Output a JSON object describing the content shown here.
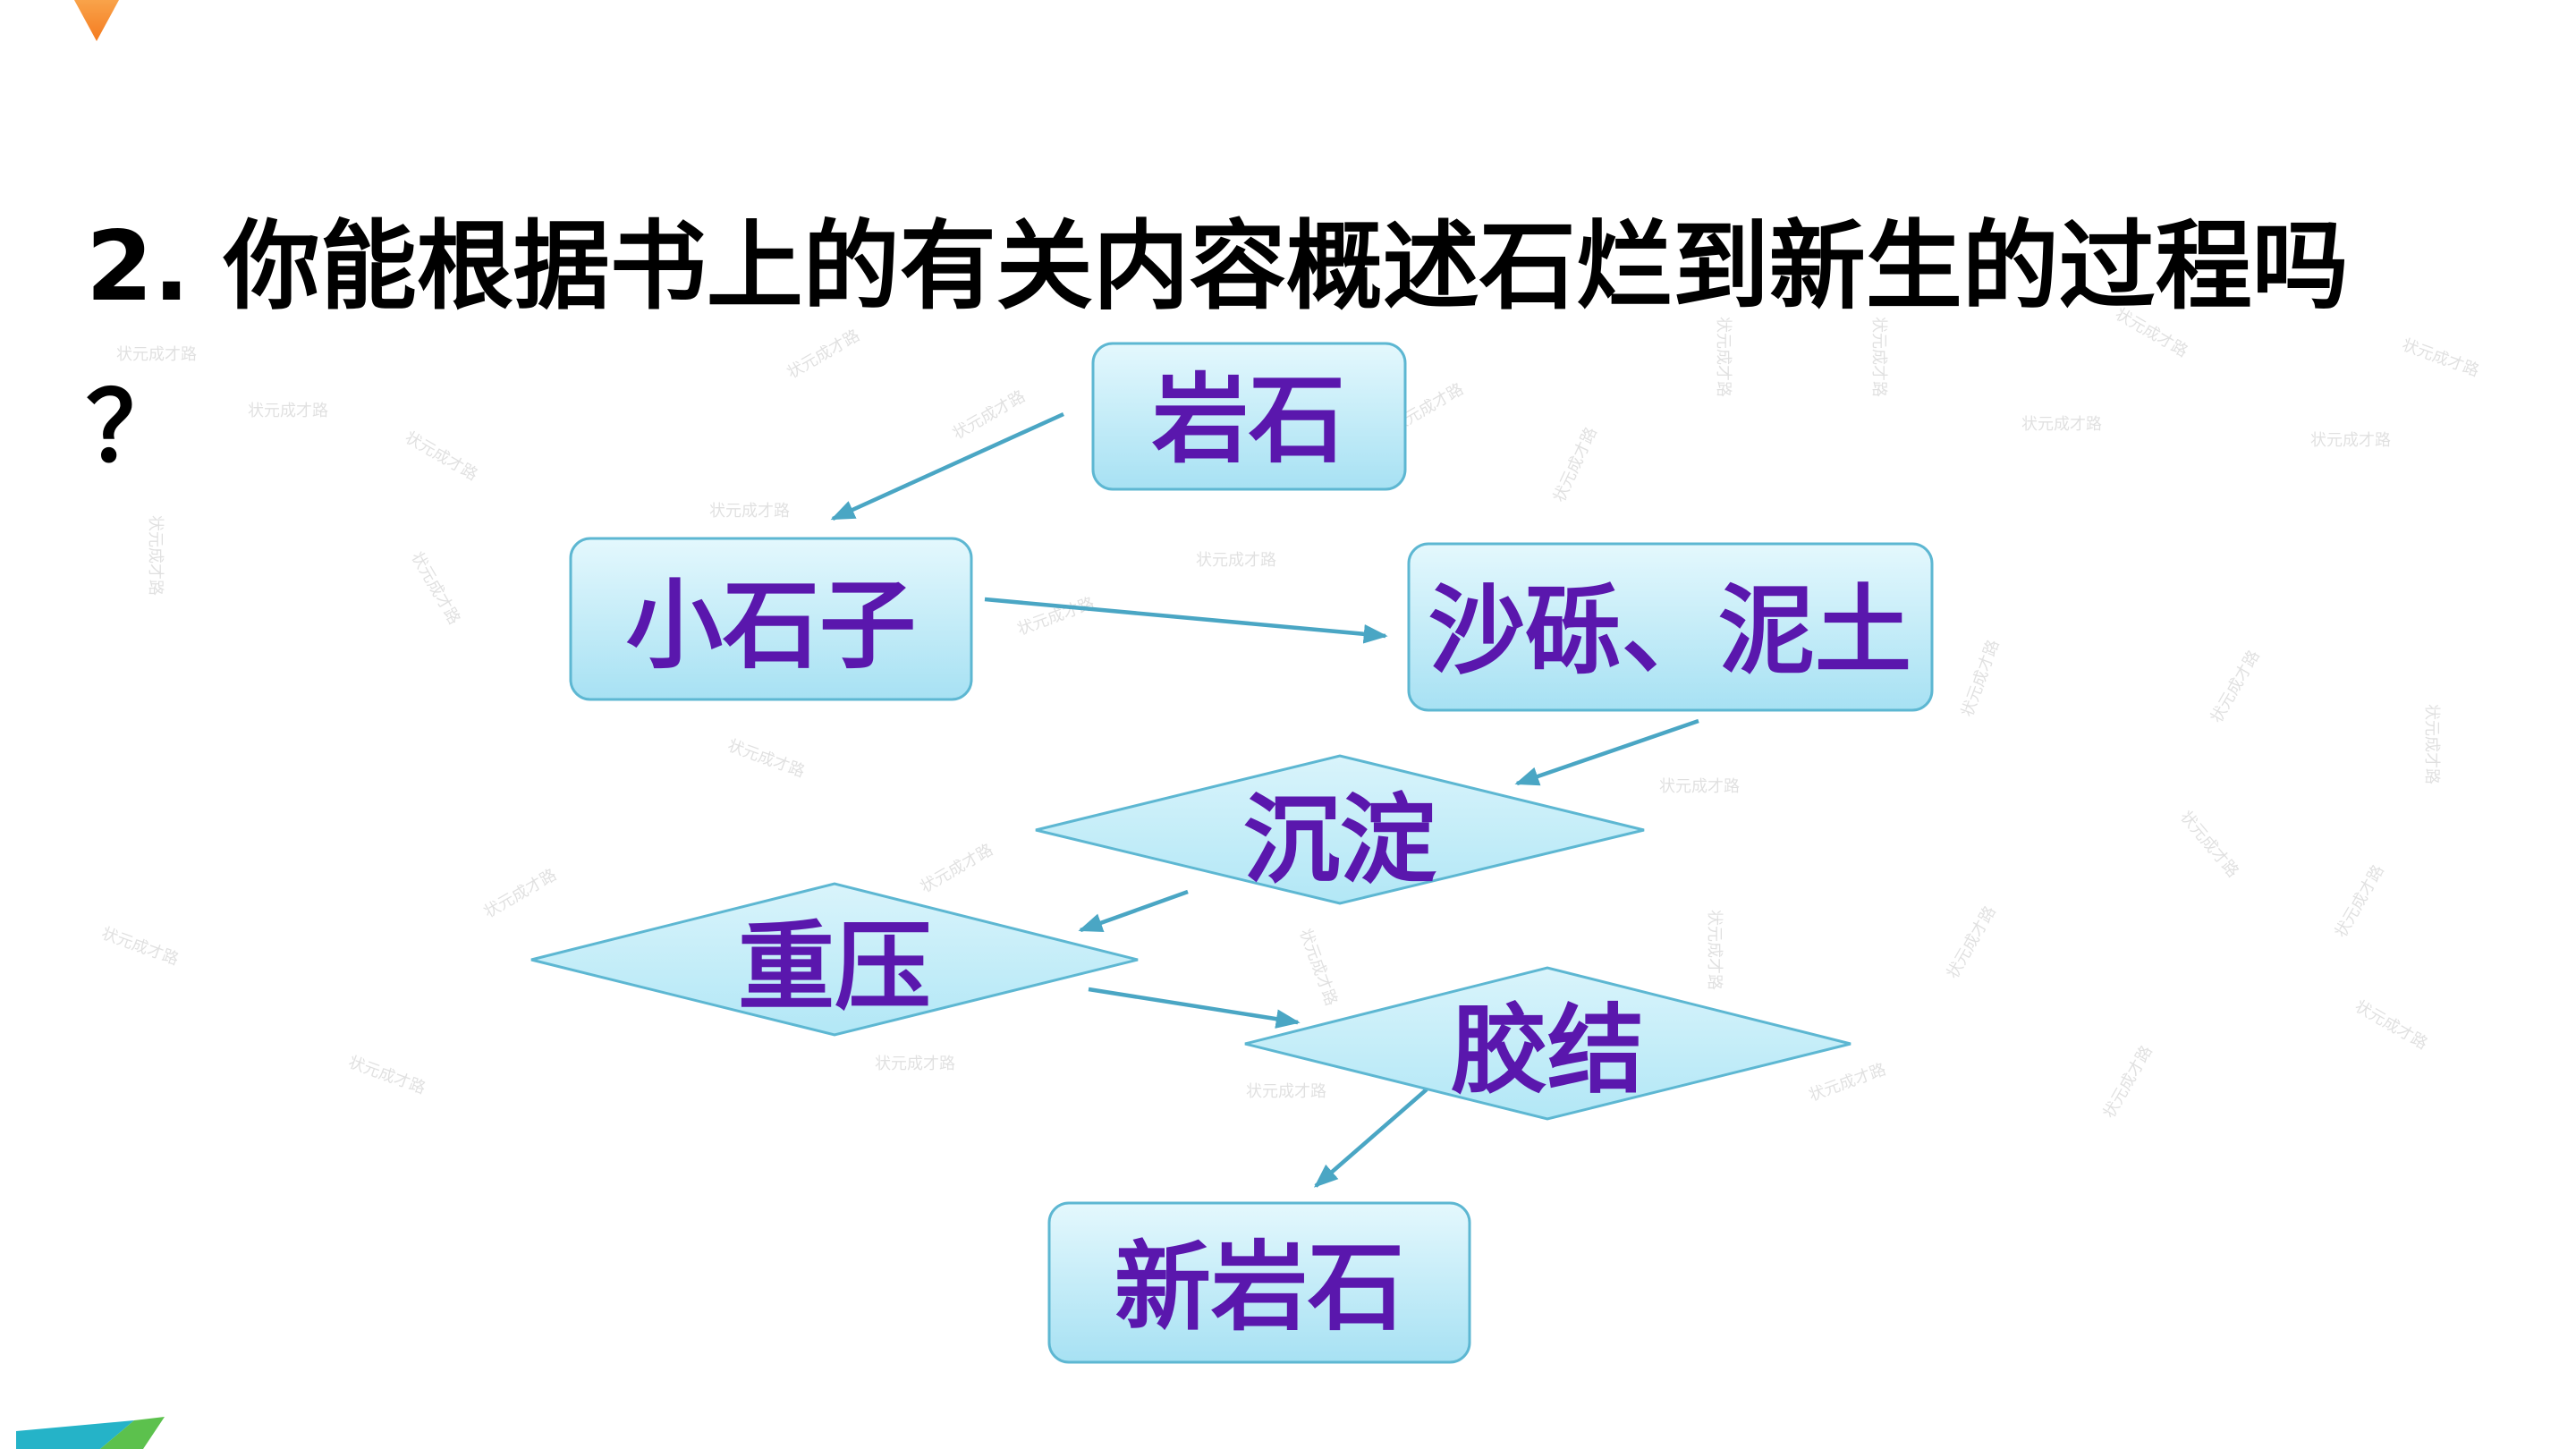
{
  "title": {
    "line1": "2. 你能根据书上的有关内容概述石烂到新生的过程吗",
    "line2": "？"
  },
  "diagram": {
    "nodes": [
      {
        "label": "岩石"
      },
      {
        "label": "小石子"
      },
      {
        "label": "沙砾、泥土"
      },
      {
        "label": "沉淀"
      },
      {
        "label": "重压"
      },
      {
        "label": "胶结"
      },
      {
        "label": "新岩石"
      }
    ],
    "edges": [
      {
        "from": 0,
        "to": 1
      },
      {
        "from": 1,
        "to": 2
      },
      {
        "from": 2,
        "to": 3
      },
      {
        "from": 3,
        "to": 4
      },
      {
        "from": 4,
        "to": 5
      },
      {
        "from": 5,
        "to": 6
      }
    ]
  },
  "watermark": "状元成才路",
  "colors": {
    "title_text": "#000000",
    "node_text": "#5a17ad",
    "node_border": "#5db7d2",
    "arrow": "#4aa6c4",
    "accent_orange": "#f47b20",
    "accent_teal": "#25b3c8",
    "accent_green": "#5cc14d"
  }
}
